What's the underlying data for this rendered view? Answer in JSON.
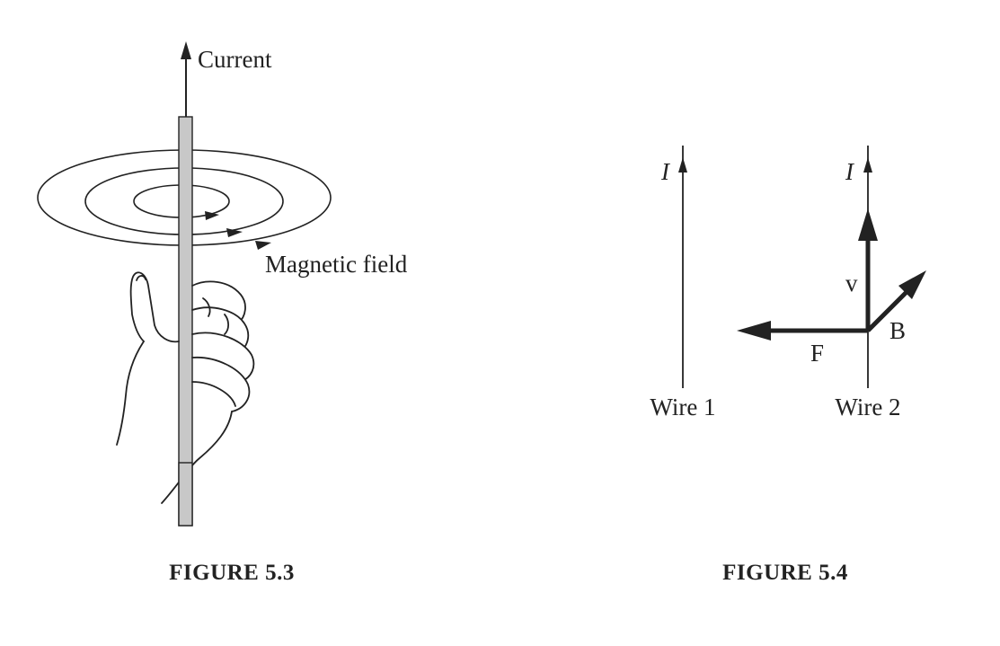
{
  "figure_5_3": {
    "caption": "FIGURE 5.3",
    "current_label": "Current",
    "field_label": "Magnetic field"
  },
  "figure_5_4": {
    "caption": "FIGURE 5.4",
    "wire1_current": "I",
    "wire2_current": "I",
    "wire1_label": "Wire 1",
    "wire2_label": "Wire 2",
    "velocity_label": "v",
    "field_label": "B",
    "force_label": "F"
  }
}
